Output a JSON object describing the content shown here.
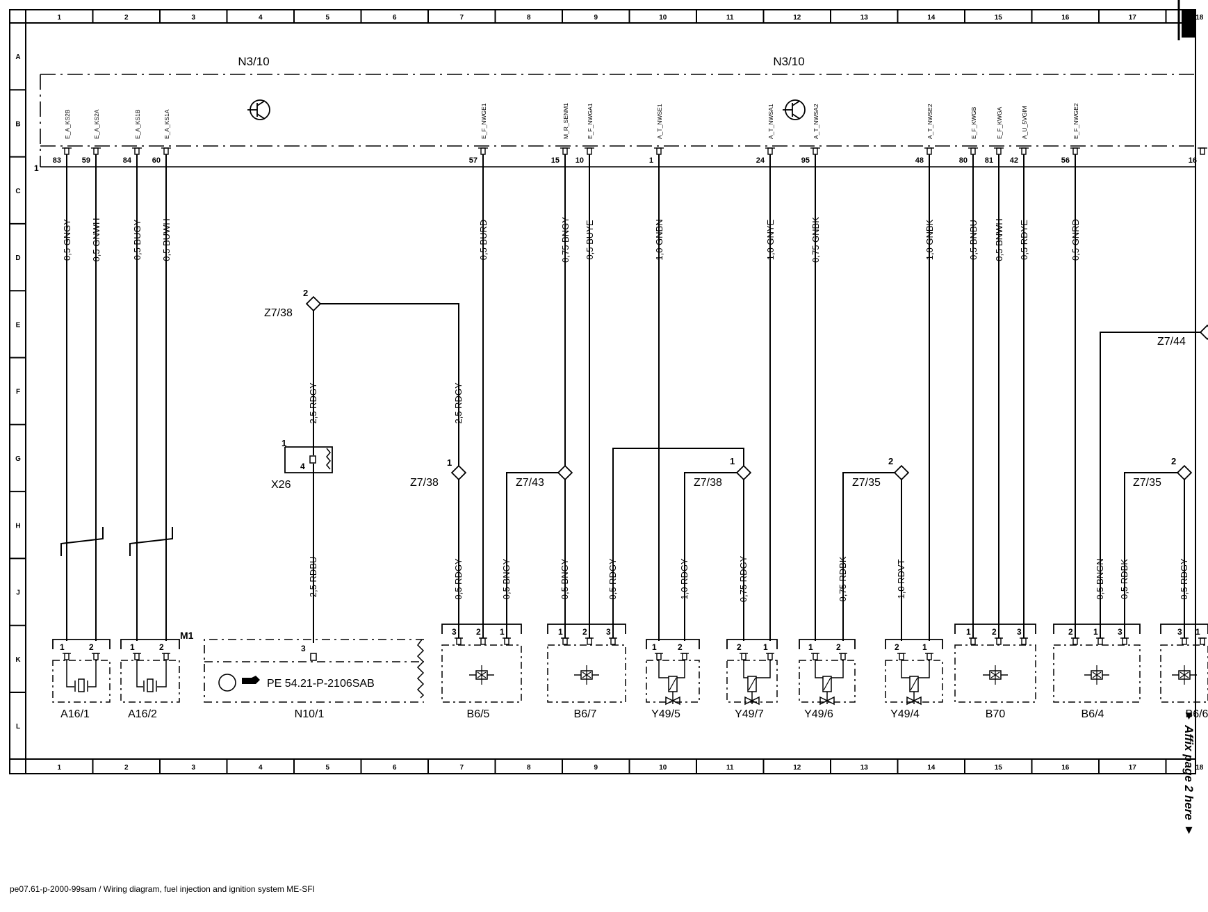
{
  "frame": {
    "columns": [
      "1",
      "2",
      "3",
      "4",
      "5",
      "6",
      "7",
      "8",
      "9",
      "10",
      "11",
      "12",
      "13",
      "14",
      "15",
      "16",
      "17",
      "18"
    ],
    "rows": [
      "A",
      "B",
      "C",
      "D",
      "E",
      "F",
      "G",
      "H",
      "J",
      "K",
      "L"
    ]
  },
  "control_unit": {
    "name_left": "N3/10",
    "name_right": "N3/10",
    "pin1_label": "1"
  },
  "pins": [
    {
      "num": "83",
      "signal": "E_A_KS2B",
      "wire": "0,5 GNGY"
    },
    {
      "num": "59",
      "signal": "E_A_KS2A",
      "wire": "0,5 GNWH"
    },
    {
      "num": "84",
      "signal": "E_A_KS1B",
      "wire": "0,5 BUGY"
    },
    {
      "num": "60",
      "signal": "E_A_KS1A",
      "wire": "0,5 BUWH"
    },
    {
      "num": "57",
      "signal": "E_F_NWGE1",
      "wire": "0,5 BURD"
    },
    {
      "num": "15",
      "signal": "M_R_SENM1",
      "wire": "0,75 BNGY"
    },
    {
      "num": "10",
      "signal": "E_F_NWGA1",
      "wire": "0,5 BUYE"
    },
    {
      "num": "1",
      "signal": "A_T_NWSE1",
      "wire": "1,0 GNBN"
    },
    {
      "num": "24",
      "signal": "A_T_NWSA1",
      "wire": "1,0 GNYE"
    },
    {
      "num": "95",
      "signal": "A_T_NWSA2",
      "wire": "0,75 GNBK"
    },
    {
      "num": "48",
      "signal": "A_T_NWSE2",
      "wire": "1,0 GNBK"
    },
    {
      "num": "80",
      "signal": "E_F_KWGB",
      "wire": "0,5 BNBU"
    },
    {
      "num": "81",
      "signal": "E_F_KWGA",
      "wire": "0,5 BNWH"
    },
    {
      "num": "42",
      "signal": "A_U_5VGIM",
      "wire": "0,5 RDYE"
    },
    {
      "num": "56",
      "signal": "E_F_NWGE2",
      "wire": "0,5 GNRD"
    },
    {
      "num": "16",
      "signal": "",
      "wire": ""
    }
  ],
  "splices": [
    {
      "name": "Z7/38",
      "pin": "2"
    },
    {
      "name": "Z7/38",
      "pin": "1"
    },
    {
      "name": "Z7/43",
      "pin": ""
    },
    {
      "name": "Z7/38",
      "pin": "1"
    },
    {
      "name": "Z7/35",
      "pin": "2"
    },
    {
      "name": "Z7/35",
      "pin": "2"
    },
    {
      "name": "Z7/44",
      "pin": ""
    }
  ],
  "wires": {
    "w_rdgy_25a": "2,5 RDGY",
    "w_rdgy_25b": "2,5 RDGY",
    "w_rdbu_25": "2,5 RDBU",
    "w_b65_rdgy": "0,5 RDGY",
    "w_b65_bngy": "0,5 BNGY",
    "w_b67_bngy": "0,5 BNGY",
    "w_b67_rdgy": "0,5 RDGY",
    "w_y495_rdgy": "1,0 RDGY",
    "w_y497_rdgy": "0,75 RDGY",
    "w_y496_rdbk": "0,75 RDBK",
    "w_y494_rdvt": "1,0 RDVT",
    "w_b64_bngn": "0,5 BNGN",
    "w_b64_rdbk": "0,5 RDBK",
    "w_b66_rdgy": "0,5 RDGY"
  },
  "x26": {
    "name": "X26",
    "pin1": "1",
    "pin4": "4"
  },
  "components": [
    {
      "name": "A16/1",
      "pins": [
        "1",
        "2"
      ]
    },
    {
      "name": "A16/2",
      "pins": [
        "1",
        "2"
      ],
      "extra": "M1"
    },
    {
      "name": "N10/1",
      "pins": [
        "3"
      ],
      "ref": "PE 54.21-P-2106SAB"
    },
    {
      "name": "B6/5",
      "pins": [
        "3",
        "2",
        "1"
      ]
    },
    {
      "name": "B6/7",
      "pins": [
        "1",
        "2",
        "3"
      ]
    },
    {
      "name": "Y49/5",
      "pins": [
        "1",
        "2"
      ]
    },
    {
      "name": "Y49/7",
      "pins": [
        "2",
        "1"
      ]
    },
    {
      "name": "Y49/6",
      "pins": [
        "1",
        "2"
      ]
    },
    {
      "name": "Y49/4",
      "pins": [
        "2",
        "1"
      ]
    },
    {
      "name": "B70",
      "pins": [
        "1",
        "2",
        "3"
      ]
    },
    {
      "name": "B6/4",
      "pins": [
        "2",
        "1",
        "3"
      ]
    },
    {
      "name": "B6/6",
      "pins": [
        "3",
        "1"
      ]
    }
  ],
  "footer": "pe07.61-p-2000-99sam / Wiring diagram, fuel injection and ignition system ME-SFI",
  "affix_note": "▼ Affix page 2 here ▼",
  "page_marker": "18"
}
